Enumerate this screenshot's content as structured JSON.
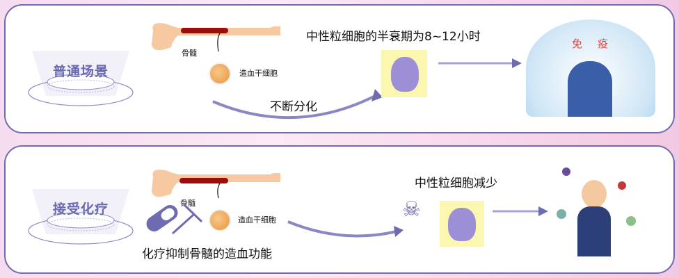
{
  "scenario_normal": {
    "stage_label": "普通场景",
    "bone_marrow_label": "骨髓",
    "stem_cell_label": "造血干细胞",
    "differentiation_label": "不断分化",
    "neutrophil_caption": "中性粒细胞的半衰期为8~12小时",
    "shield_text": "免疫"
  },
  "scenario_chemo": {
    "stage_label": "接受化疗",
    "bone_marrow_label": "骨髓",
    "stem_cell_label": "造血干细胞",
    "suppression_caption": "化疗抑制骨髓的造血功能",
    "neutrophil_caption": "中性粒细胞减少"
  },
  "colors": {
    "accent": "#6e6bb0",
    "marrow": "#9b0e0e",
    "bone": "#f6c9a0",
    "cell": "#9d8fd6"
  }
}
